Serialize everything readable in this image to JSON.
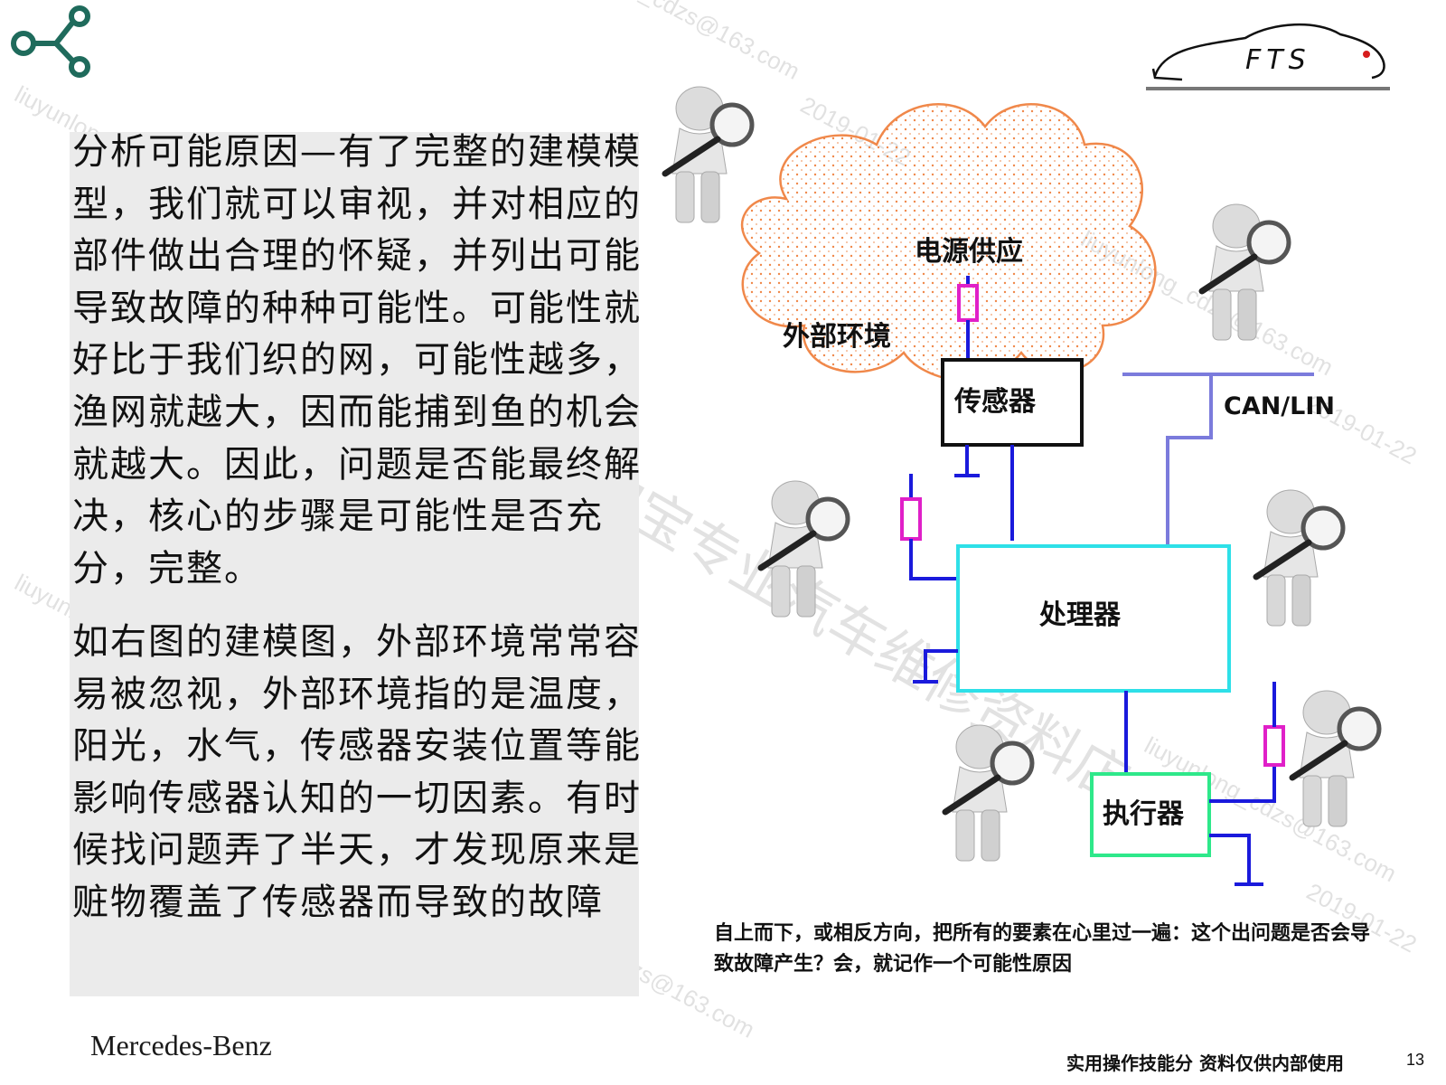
{
  "header": {
    "share_icon": "share-node-icon",
    "logo_text": "FTS",
    "logo_icon": "car-silhouette-icon"
  },
  "body_text": {
    "paragraph1": "分析可能原因—有了完整的建模模型，我们就可以审视，并对相应的部件做出合理的怀疑，并列出可能导致故障的种种可能性。可能性就好比于我们织的网，可能性越多，渔网就越大，因而能捕到鱼的机会就越大。因此，问题是否能最终解决，核心的步骤是可能性是否充分，完整。",
    "paragraph2": "如右图的建模图，外部环境常常容易被忽视，外部环境指的是温度，阳光，水气，传感器安装位置等能影响传感器认知的一切因素。有时候找问题弄了半天，才发现原来是赃物覆盖了传感器而导致的故障"
  },
  "diagram": {
    "cloud_label": "外部环境",
    "power_label": "电源供应",
    "sensor_label": "传感器",
    "processor_label": "处理器",
    "actuator_label": "执行器",
    "bus_label": "CAN/LIN",
    "figure_icon": "magnifier-figure-icon",
    "colors": {
      "cloud": "#f0884a",
      "wire": "#1a1adc",
      "bus": "#7b7bdc",
      "fuse": "#e020c8",
      "processor_border": "#2ee0e8",
      "actuator_border": "#2ee88a",
      "sensor_border": "#111111"
    }
  },
  "caption": "自上而下，或相反方向，把所有的要素在心里过一遍：这个出问题是否会导致故障产生？会，就记作一个可能性原因",
  "footer": {
    "brand": "Mercedes-Benz",
    "note": "实用操作技能分 资料仅供内部使用",
    "page_number": "13"
  },
  "watermarks": {
    "email_a": "_cdzs@163.com",
    "email_b": "liuyunlong_cdzs@163.com",
    "date": "2019-01-22",
    "cn": "淘宝专业汽车维修资料店"
  }
}
